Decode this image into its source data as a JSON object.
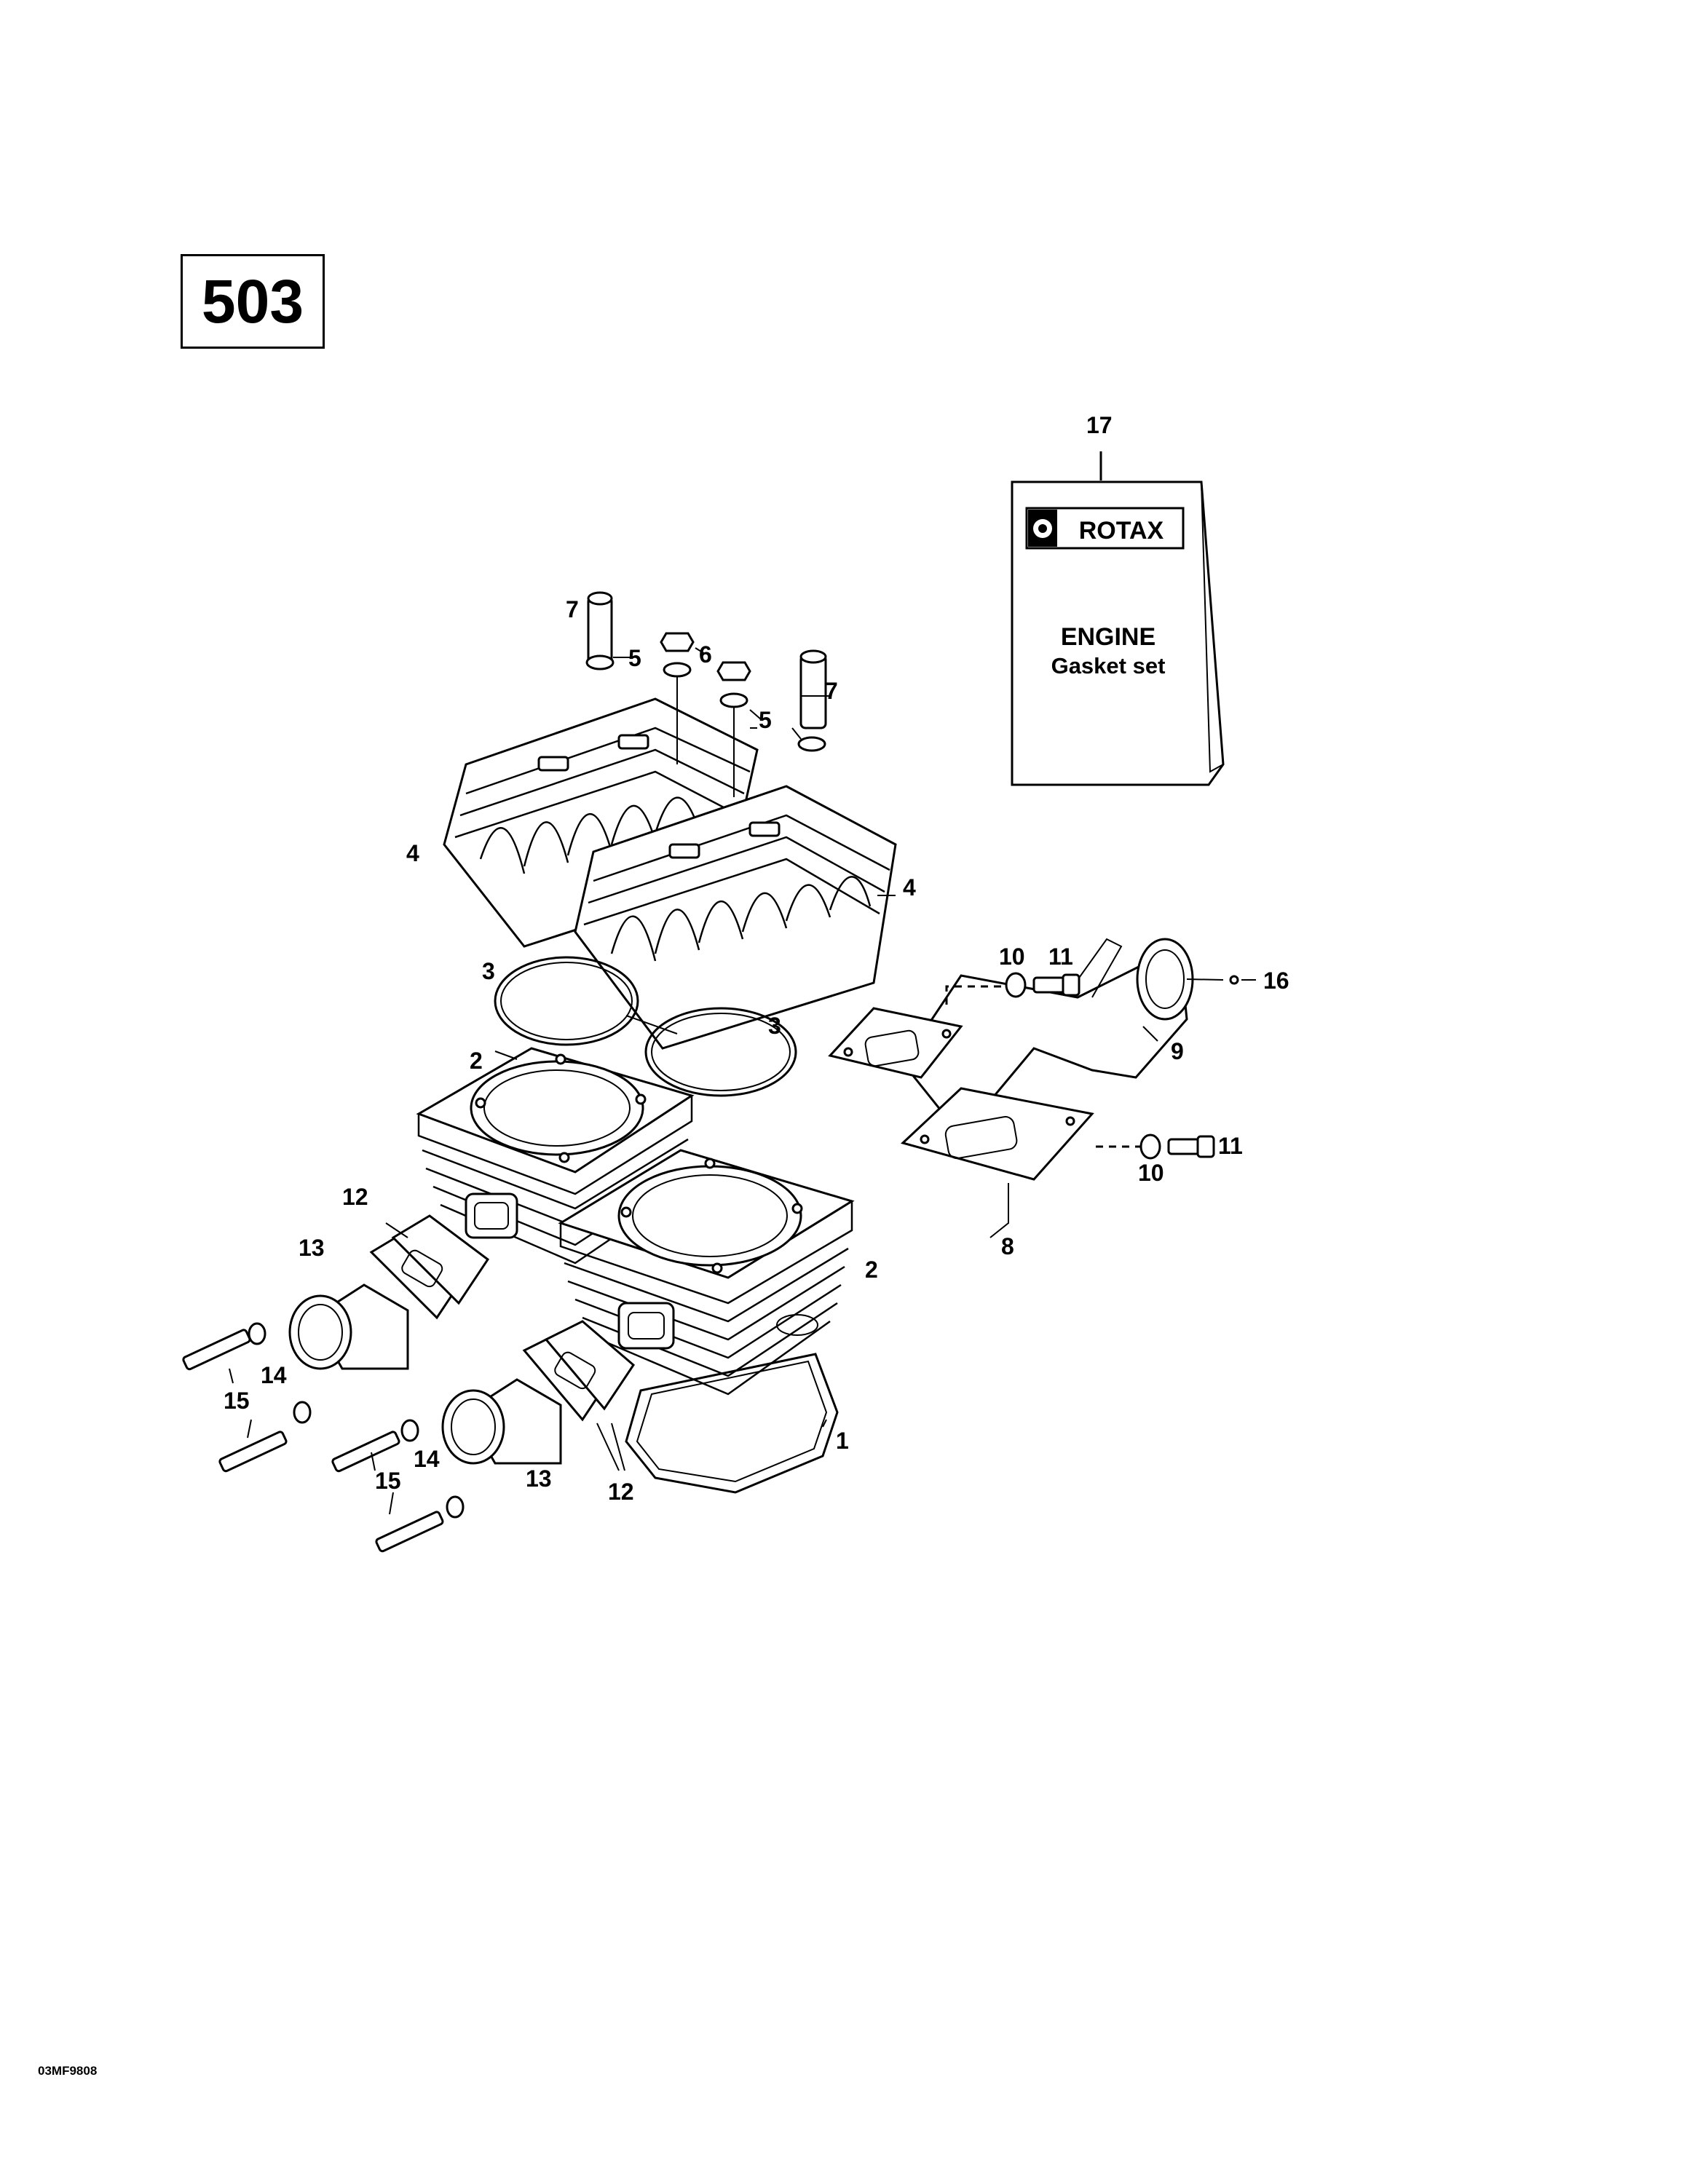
{
  "model_number": "503",
  "drawing_code": "03MF9808",
  "kit": {
    "brand": "ROTAX",
    "title": "ENGINE",
    "subtitle": "Gasket set"
  },
  "callouts": {
    "c1": "1",
    "c2a": "2",
    "c2b": "2",
    "c3a": "3",
    "c3b": "3",
    "c4a": "4",
    "c4b": "4",
    "c5a": "5",
    "c5b": "5",
    "c6": "6",
    "c7a": "7",
    "c7b": "7",
    "c8": "8",
    "c9": "9",
    "c10a": "10",
    "c10b": "10",
    "c11a": "11",
    "c11b": "11",
    "c12a": "12",
    "c12b": "12",
    "c13a": "13",
    "c13b": "13",
    "c14a": "14",
    "c14b": "14",
    "c15a": "15",
    "c15b": "15",
    "c16": "16",
    "c17": "17"
  }
}
